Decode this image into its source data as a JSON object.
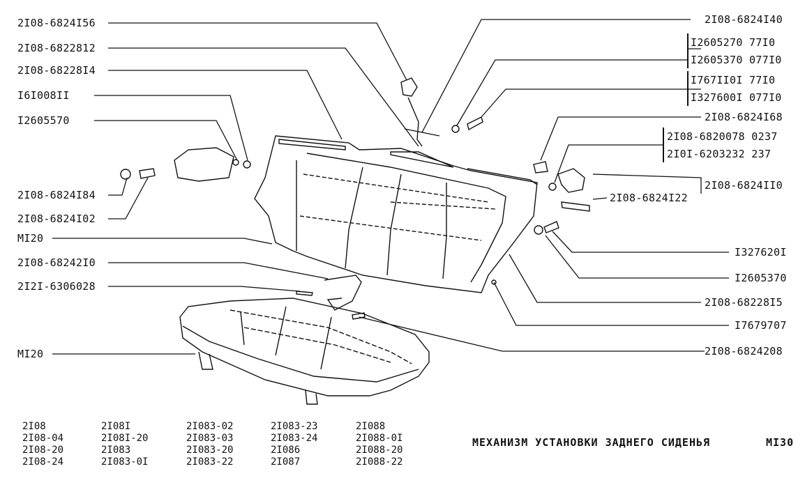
{
  "labels_left": [
    {
      "id": "l1",
      "text": "2I08-6824I56"
    },
    {
      "id": "l2",
      "text": "2I08-6822812"
    },
    {
      "id": "l3",
      "text": "2I08-68228I4"
    },
    {
      "id": "l4",
      "text": "I6I008II"
    },
    {
      "id": "l5",
      "text": "I2605570"
    },
    {
      "id": "l6",
      "text": "2I08-6824I84"
    },
    {
      "id": "l7",
      "text": "2I08-6824I02"
    },
    {
      "id": "l8",
      "text": "MI20"
    },
    {
      "id": "l9",
      "text": "2I08-68242I0"
    },
    {
      "id": "l10",
      "text": "2I2I-6306028"
    },
    {
      "id": "l11",
      "text": "MI20"
    }
  ],
  "labels_right": [
    {
      "id": "r1",
      "text": "2I08-6824I40"
    },
    {
      "id": "r2a",
      "text": "I2605270   77I0"
    },
    {
      "id": "r2b",
      "text": "I2605370 077I0"
    },
    {
      "id": "r3a",
      "text": "I767II0I   77I0"
    },
    {
      "id": "r3b",
      "text": "I327600I 077I0"
    },
    {
      "id": "r4",
      "text": "2I08-6824I68"
    },
    {
      "id": "r5a",
      "text": "2I08-6820078 0237"
    },
    {
      "id": "r5b",
      "text": "2I0I-6203232   237"
    },
    {
      "id": "r6",
      "text": "2I08-6824II0"
    },
    {
      "id": "r7",
      "text": "2I08-6824I22"
    },
    {
      "id": "r8",
      "text": "I327620I"
    },
    {
      "id": "r9",
      "text": "I2605370"
    },
    {
      "id": "r10",
      "text": "2I08-68228I5"
    },
    {
      "id": "r11",
      "text": "I7679707"
    },
    {
      "id": "r12",
      "text": "2I08-6824208"
    }
  ],
  "models": [
    [
      "2I08",
      "2I08-04",
      "2I08-20",
      "2I08-24"
    ],
    [
      "2I08I",
      "2I08I-20",
      "2I083",
      "2I083-0I"
    ],
    [
      "2I083-02",
      "2I083-03",
      "2I083-20",
      "2I083-22"
    ],
    [
      "2I083-23",
      "2I083-24",
      "2I086",
      "2I087"
    ],
    [
      "2I088",
      "2I088-0I",
      "2I088-20",
      "2I088-22"
    ]
  ],
  "title": "МЕХАНИЗМ УСТАНОВКИ ЗАДНЕГО СИДЕНЬЯ",
  "page_code": "MI30"
}
